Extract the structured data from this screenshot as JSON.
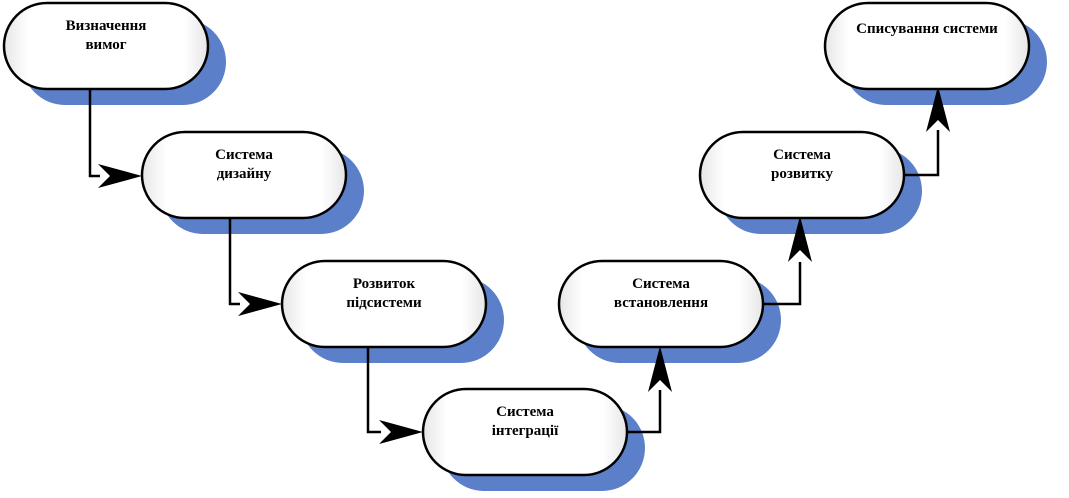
{
  "colors": {
    "shadow": "#5b80c9",
    "node_fill": "#ffffff",
    "node_edge_shade": "#e8e8e8",
    "outline": "#000000",
    "connector": "#000000"
  },
  "nodes": [
    {
      "id": "requirements",
      "lines": [
        "Визначення",
        "вимог"
      ]
    },
    {
      "id": "design",
      "lines": [
        "Система",
        "дизайну"
      ]
    },
    {
      "id": "subsystem",
      "lines": [
        "Розвиток",
        "підсистеми"
      ]
    },
    {
      "id": "integration",
      "lines": [
        "Система",
        "інтеграції"
      ]
    },
    {
      "id": "installation",
      "lines": [
        "Система",
        "встановлення"
      ]
    },
    {
      "id": "development",
      "lines": [
        "Система",
        "розвитку"
      ]
    },
    {
      "id": "retirement",
      "lines": [
        "Списування системи"
      ]
    }
  ],
  "connectors": [
    {
      "from": "requirements",
      "to": "design"
    },
    {
      "from": "design",
      "to": "subsystem"
    },
    {
      "from": "subsystem",
      "to": "integration"
    },
    {
      "from": "integration",
      "to": "installation"
    },
    {
      "from": "installation",
      "to": "development"
    },
    {
      "from": "development",
      "to": "retirement"
    }
  ]
}
